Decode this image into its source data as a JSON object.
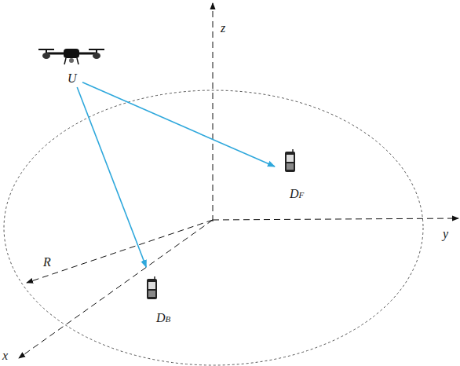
{
  "diagram": {
    "nodes": [
      {
        "text": [
          "U"
        ]
      },
      {
        "text": [
          "DF"
        ]
      },
      {
        "text": [
          "DB"
        ]
      }
    ],
    "edges": [
      {
        "from": 0,
        "to": 1,
        "arrow": "to"
      },
      {
        "from": 0,
        "to": 2,
        "arrow": "to"
      }
    ],
    "labels": [
      "z",
      "y",
      "x",
      "R"
    ]
  }
}
